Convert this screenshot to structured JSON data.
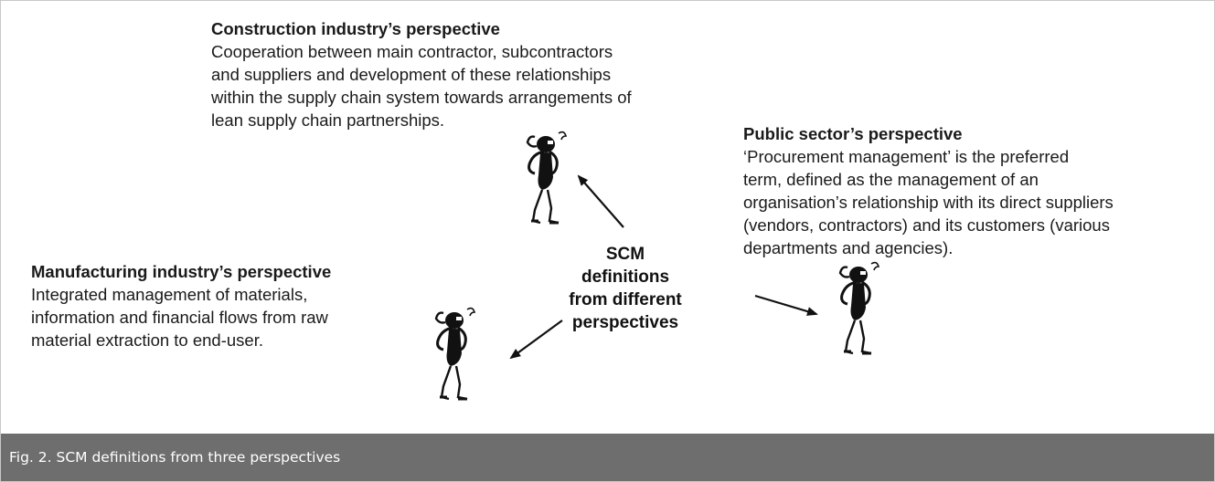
{
  "construction": {
    "heading": "Construction  industry’s perspective",
    "lines": [
      "Cooperation between main contractor, subcontractors",
      "and suppliers and development of these relationships",
      "within the supply chain system towards arrangements of",
      "lean supply chain partnerships."
    ]
  },
  "public_sector": {
    "heading": "Public sector’s perspective",
    "lines": [
      "‘Procurement management’ is the preferred",
      "term, defined as the management of an",
      "organisation’s relationship with its direct suppliers",
      "(vendors, contractors) and its customers (various",
      "departments and agencies)."
    ]
  },
  "manufacturing": {
    "heading": "Manufacturing industry’s perspective",
    "lines": [
      "Integrated management of materials,",
      "information and financial flows from raw",
      "material extraction to end-user."
    ]
  },
  "center": {
    "lines": [
      "SCM",
      "definitions",
      "from different",
      "perspectives"
    ]
  },
  "caption": "Fig. 2.  SCM definitions from three perspectives"
}
